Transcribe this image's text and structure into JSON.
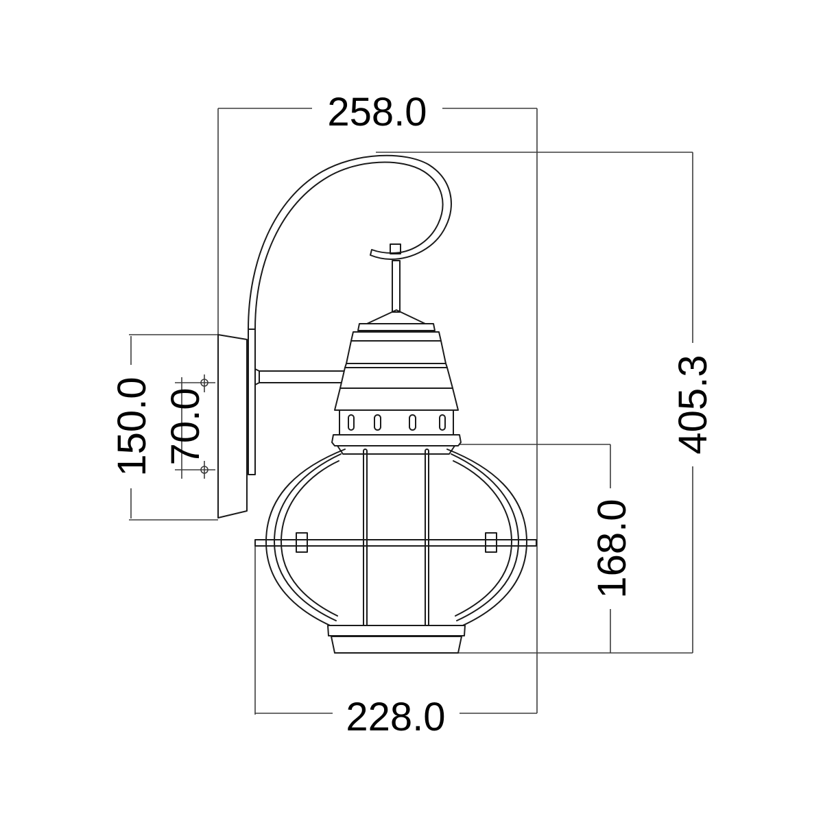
{
  "drawing": {
    "subject": "wall lantern dimension drawing",
    "units": "mm",
    "line_color": "#1a1a1a",
    "background": "#ffffff"
  },
  "dimensions": {
    "overall_width": "258.0",
    "overall_height": "405.3",
    "lantern_width": "228.0",
    "globe_height": "168.0",
    "backplate_height": "150.0",
    "mounting_hole_spacing": "70.0"
  }
}
